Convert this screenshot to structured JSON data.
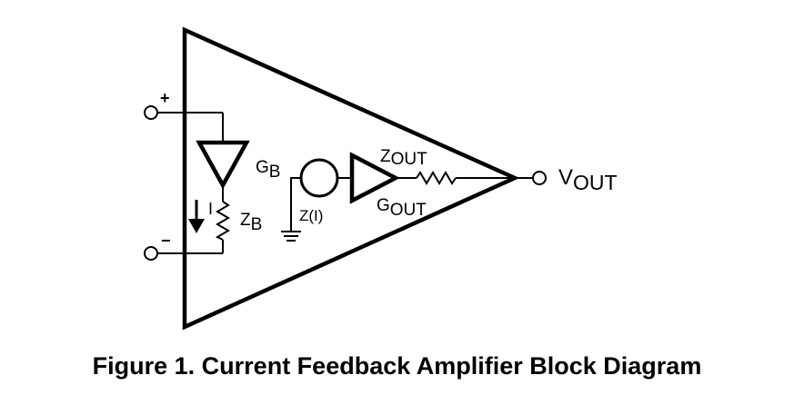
{
  "labels": {
    "plus": "+",
    "minus": "−",
    "gain_b": "G",
    "gain_b_sub": "B",
    "impedance_b": "Z",
    "impedance_b_sub": "B",
    "current": "I",
    "transimpedance": "Z(I)",
    "z_out": "Z",
    "z_out_sub": "OUT",
    "g_out": "G",
    "g_out_sub": "OUT",
    "v_out": "V",
    "v_out_sub": "OUT"
  },
  "caption": "Figure 1.  Current Feedback Amplifier Block Diagram"
}
